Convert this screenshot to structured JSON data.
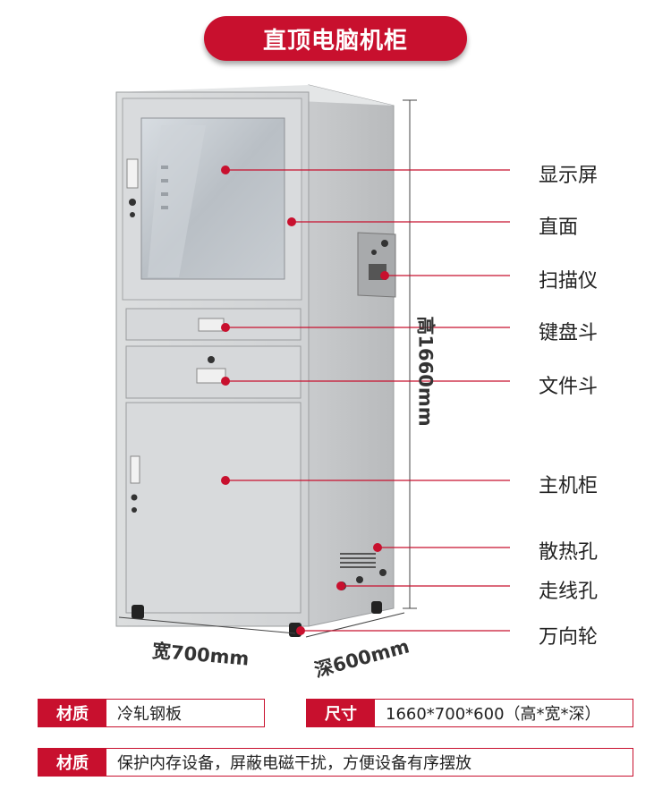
{
  "title": "直顶电脑机柜",
  "labels": {
    "display": "显示屏",
    "straight_face": "直面",
    "scanner": "扫描仪",
    "keyboard": "键盘斗",
    "file": "文件斗",
    "main_cabinet": "主机柜",
    "vent": "散热孔",
    "cable_hole": "走线孔",
    "wheel": "万向轮"
  },
  "dimensions": {
    "height": "高1660mm",
    "width": "宽700mm",
    "depth": "深600mm"
  },
  "specs": {
    "material_key": "材质",
    "material_value": "冷轧钢板",
    "size_key": "尺寸",
    "size_value": "1660*700*600（高*宽*深）",
    "feature_key": "材质",
    "feature_value": "保护内存设备，屏蔽电磁干扰，方便设备有序摆放"
  },
  "colors": {
    "accent": "#c8102e",
    "cabinet": "#d2d4d6"
  }
}
